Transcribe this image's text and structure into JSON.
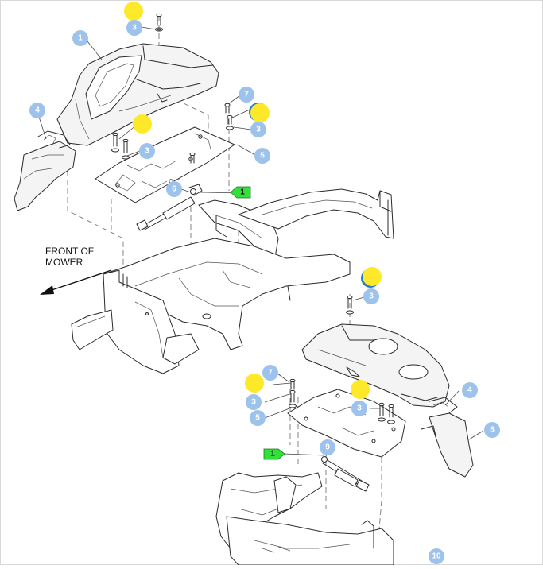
{
  "figure": {
    "note_lines": [
      "FRONT OF",
      "MOWER"
    ],
    "callouts": [
      {
        "id": "c1",
        "label": "1"
      },
      {
        "id": "c3a",
        "label": "3"
      },
      {
        "id": "c4a",
        "label": "4"
      },
      {
        "id": "c7a",
        "label": "7"
      },
      {
        "id": "c3b",
        "label": "3"
      },
      {
        "id": "c3c",
        "label": "3"
      },
      {
        "id": "c5a",
        "label": "5"
      },
      {
        "id": "c6",
        "label": "6"
      },
      {
        "id": "c3d",
        "label": "3"
      },
      {
        "id": "c7b",
        "label": "7"
      },
      {
        "id": "c3e",
        "label": "3"
      },
      {
        "id": "c5b",
        "label": "5"
      },
      {
        "id": "c3f",
        "label": "3"
      },
      {
        "id": "c4b",
        "label": "4"
      },
      {
        "id": "c8",
        "label": "8"
      },
      {
        "id": "c9",
        "label": "9"
      },
      {
        "id": "c10",
        "label": "10"
      }
    ],
    "flags": [
      {
        "id": "f1",
        "label": "1"
      },
      {
        "id": "f2",
        "label": "1"
      }
    ],
    "colors": {
      "callout": "#9dc3ec",
      "highlight": "#fde92a",
      "flag": "#33e03a"
    }
  }
}
